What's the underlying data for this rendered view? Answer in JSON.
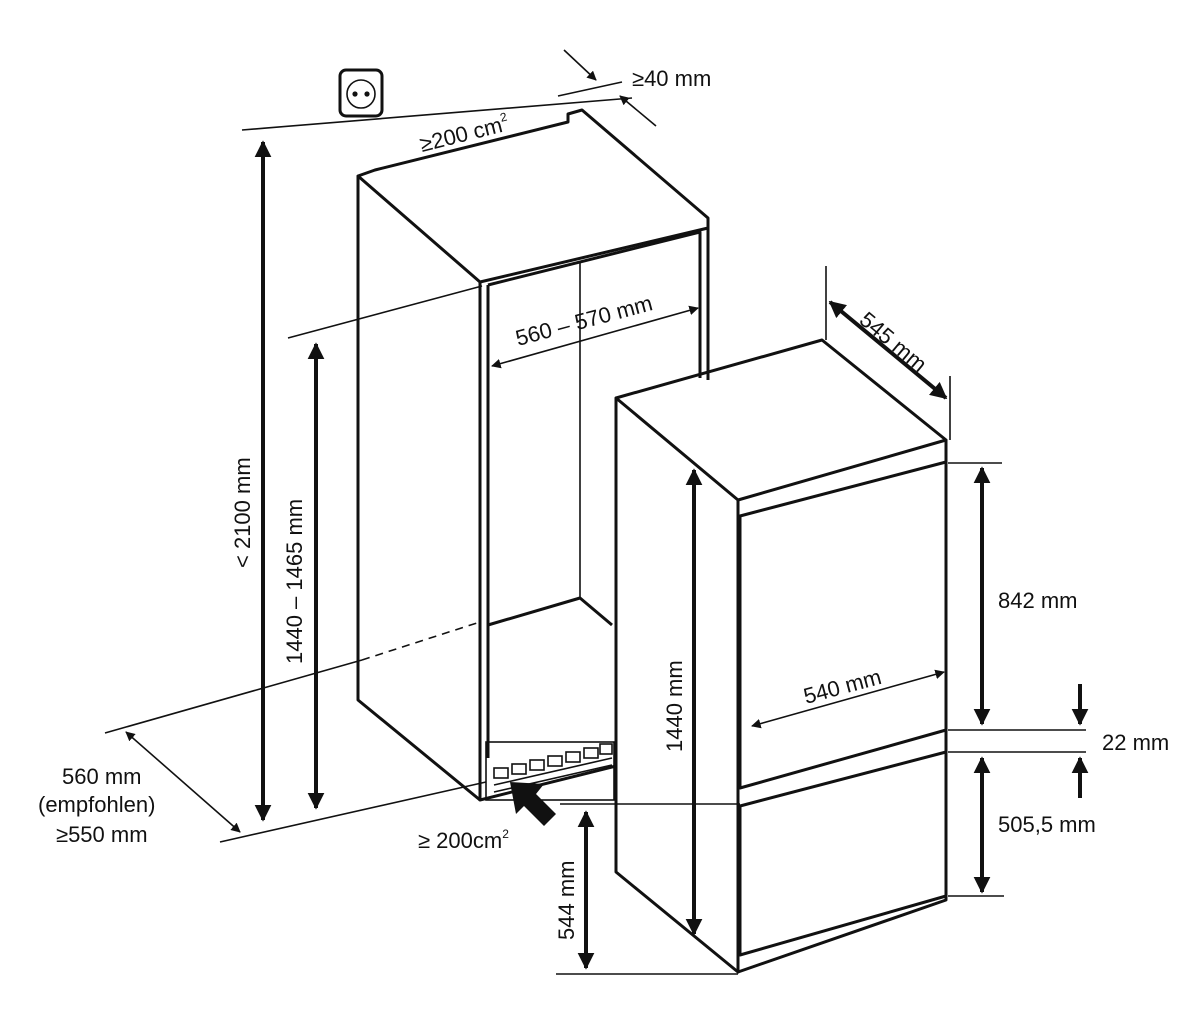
{
  "labels": {
    "gap_top": "≥40 mm",
    "vent_top": "≥200 cm",
    "vent_top_sup": "2",
    "niche_width": "560 – 570 mm",
    "depth": "545 mm",
    "niche_height_total": "< 2100 mm",
    "niche_height": "1440 – 1465 mm",
    "appliance_height": "1440 mm",
    "appliance_width": "540 mm",
    "upper_door": "842 mm",
    "door_gap": "22 mm",
    "lower_door": "505,5 mm",
    "floor_height": "544 mm",
    "vent_bottom": "≥ 200cm",
    "vent_bottom_sup": "2",
    "niche_depth_1": "560 mm",
    "niche_depth_2": "(empfohlen)",
    "niche_depth_3": "≥550 mm"
  },
  "colors": {
    "line": "#111111",
    "background": "#ffffff"
  },
  "icons": {
    "socket": "power-socket-icon",
    "airflow": "airflow-arrow-icon"
  }
}
